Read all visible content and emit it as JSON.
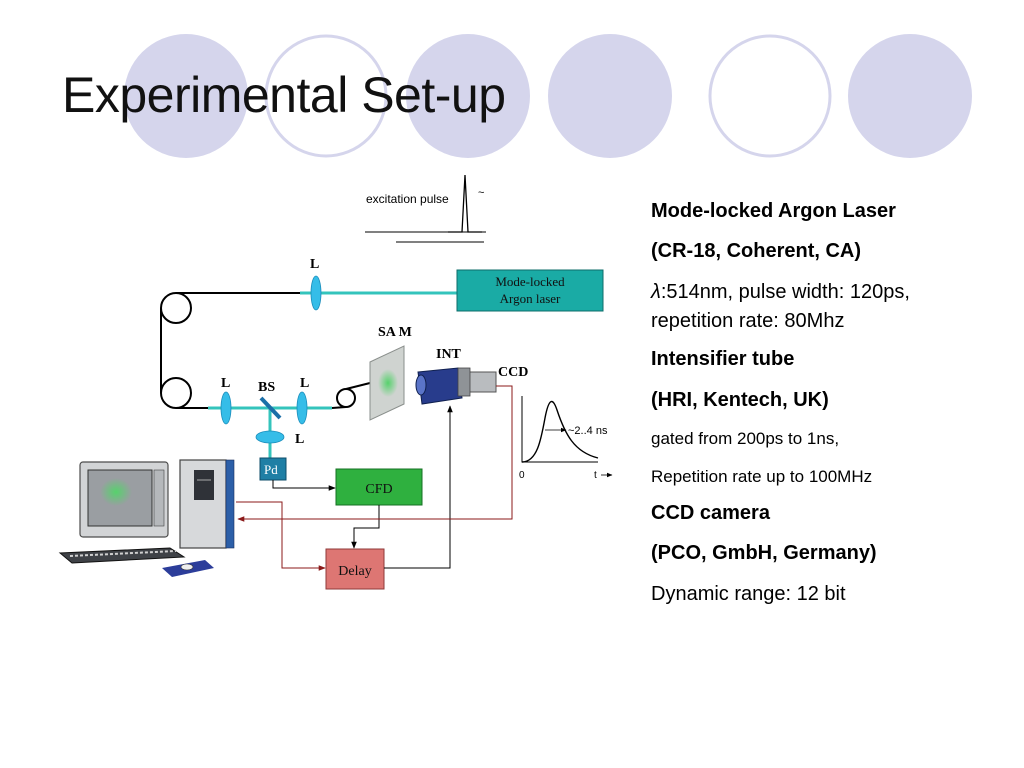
{
  "slide": {
    "title": "Experimental Set-up"
  },
  "diagram": {
    "excitation_label": "excitation pulse",
    "excitation_tilde": "~",
    "laser_label": "Mode-locked Argon laser",
    "laser_line1": "Mode-locked",
    "laser_line2": "Argon laser",
    "lens_top": "L",
    "lens_left": "L",
    "lens_right": "L",
    "lens_bottom": "L",
    "beam_splitter": "BS",
    "sam": "SA M",
    "int": "INT",
    "ccd": "CCD",
    "photodiode": "Pd",
    "cfd": "CFD",
    "delay": "Delay",
    "pulse_width_label": "~2..4 ns",
    "axis_zero": "0",
    "axis_t": "t",
    "colors": {
      "laser_box": "#1aaba5",
      "beam": "#34c4bc",
      "cfd_box": "#2fb03f",
      "delay_box": "#dd7673",
      "photodiode_box": "#1f7fa5",
      "signal_line": "#8b1a1a",
      "int_body": "#283c8c",
      "deco_circle": "#d5d5ec"
    }
  },
  "specs": {
    "laser_title": "Mode-locked Argon Laser",
    "laser_model": "(CR-18, Coherent, CA)",
    "laser_desc_symbol": "λ",
    "laser_desc": ":514nm, pulse width: 120ps, repetition rate: 80Mhz",
    "intensifier_title": "Intensifier tube",
    "intensifier_model": "(HRI, Kentech, UK)",
    "intensifier_gate": "gated from 200ps to 1ns,",
    "intensifier_rate": "Repetition rate up to 100MHz",
    "ccd_title": "CCD camera",
    "ccd_model": "(PCO, GmbH, Germany)",
    "ccd_range": "Dynamic range: 12 bit"
  }
}
